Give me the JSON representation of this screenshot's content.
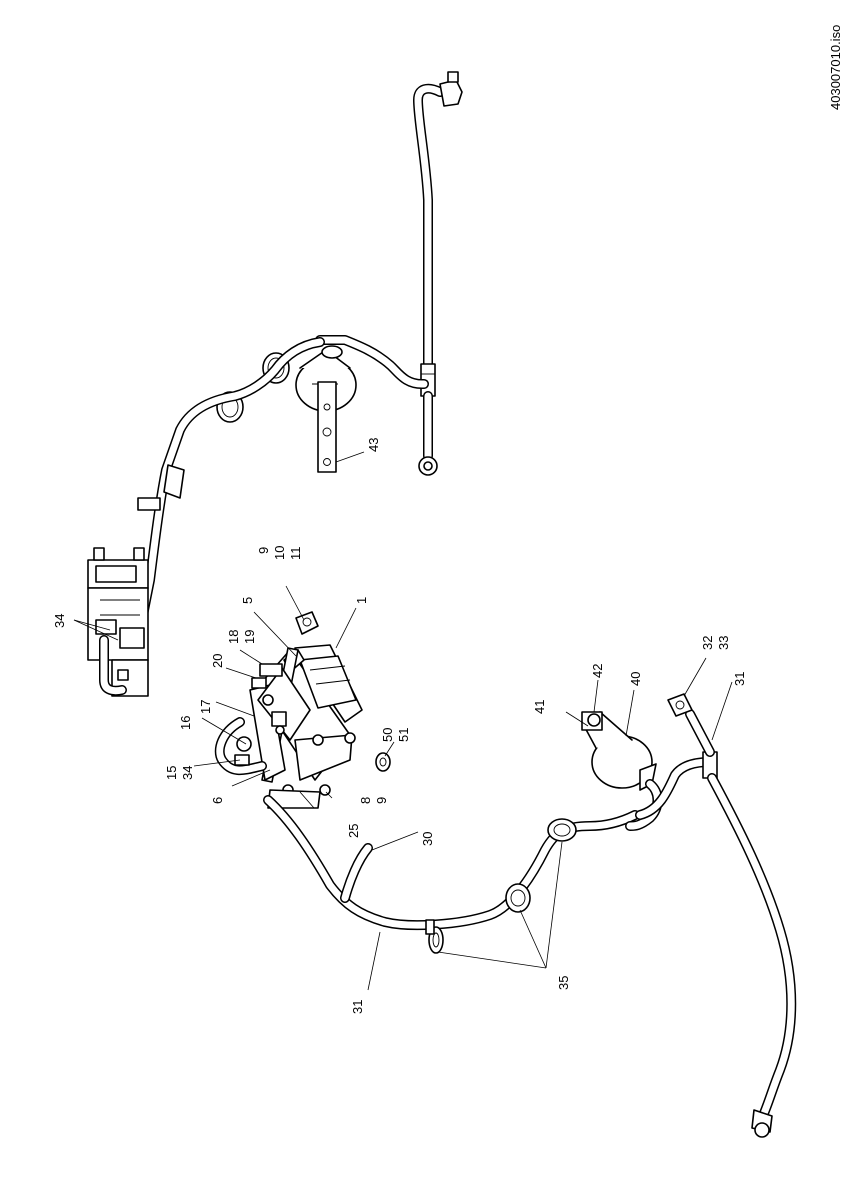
{
  "reference": "403007010.iso",
  "callouts": [
    {
      "id": "c1",
      "text": "1"
    },
    {
      "id": "c5",
      "text": "5"
    },
    {
      "id": "c6",
      "text": "6"
    },
    {
      "id": "c8",
      "text": "8"
    },
    {
      "id": "c9a",
      "text": "9"
    },
    {
      "id": "c9b",
      "text": "9"
    },
    {
      "id": "c10",
      "text": "10"
    },
    {
      "id": "c11",
      "text": "11"
    },
    {
      "id": "c15",
      "text": "15"
    },
    {
      "id": "c16",
      "text": "16"
    },
    {
      "id": "c17",
      "text": "17"
    },
    {
      "id": "c18",
      "text": "18"
    },
    {
      "id": "c19",
      "text": "19"
    },
    {
      "id": "c20",
      "text": "20"
    },
    {
      "id": "c25",
      "text": "25"
    },
    {
      "id": "c30",
      "text": "30"
    },
    {
      "id": "c31a",
      "text": "31"
    },
    {
      "id": "c31b",
      "text": "31"
    },
    {
      "id": "c32",
      "text": "32"
    },
    {
      "id": "c33",
      "text": "33"
    },
    {
      "id": "c34a",
      "text": "34"
    },
    {
      "id": "c34b",
      "text": "34"
    },
    {
      "id": "c35",
      "text": "35"
    },
    {
      "id": "c40",
      "text": "40"
    },
    {
      "id": "c41",
      "text": "41"
    },
    {
      "id": "c42",
      "text": "42"
    },
    {
      "id": "c43",
      "text": "43"
    },
    {
      "id": "c50",
      "text": "50"
    },
    {
      "id": "c51",
      "text": "51"
    }
  ]
}
